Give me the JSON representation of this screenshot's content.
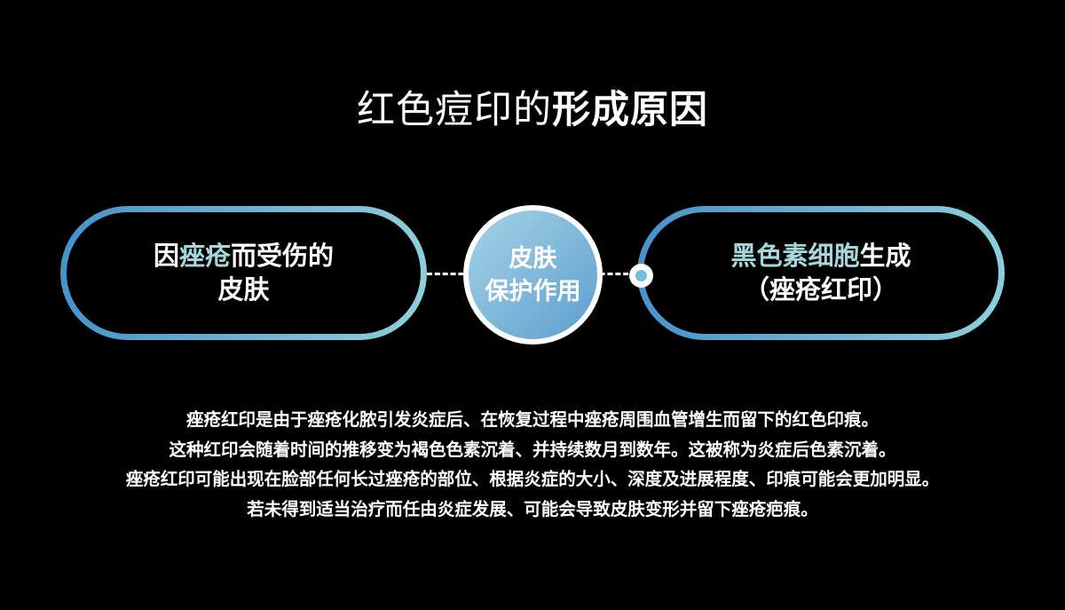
{
  "title": {
    "regular": "红色痘印的",
    "bold": "形成原因"
  },
  "diagram": {
    "left_node": {
      "prefix": "因",
      "highlight": "痤疮",
      "suffix": "而受伤的",
      "line2": "皮肤"
    },
    "center_node": {
      "line1": "皮肤",
      "line2": "保护作用"
    },
    "right_node": {
      "highlight": "黑色素细胞",
      "suffix": "生成",
      "line2": "（痤疮红印）"
    }
  },
  "description": {
    "lines": [
      "痤疮红印是由于痤疮化脓引发炎症后、在恢复过程中痤疮周围血管增生而留下的红色印痕。",
      "这种红印会随着时间的推移变为褐色色素沉着、并持续数月到数年。这被称为炎症后色素沉着。",
      "痤疮红印可能出现在脸部任何长过痤疮的部位、根据炎症的大小、深度及进展程度、印痕可能会更加明显。",
      "若未得到适当治疗而任由炎症发展、可能会导致皮肤变形并留下痤疮疤痕。"
    ]
  },
  "colors": {
    "background": "#000000",
    "text": "#ffffff",
    "gradient_blue": "#4791ca",
    "gradient_cyan": "#8fd0dc",
    "circle_light": "#a6d3e6",
    "circle_dark": "#5d9ecf",
    "highlight_text": "#a5d7dc",
    "connector_dot": "#6ec1d9"
  }
}
